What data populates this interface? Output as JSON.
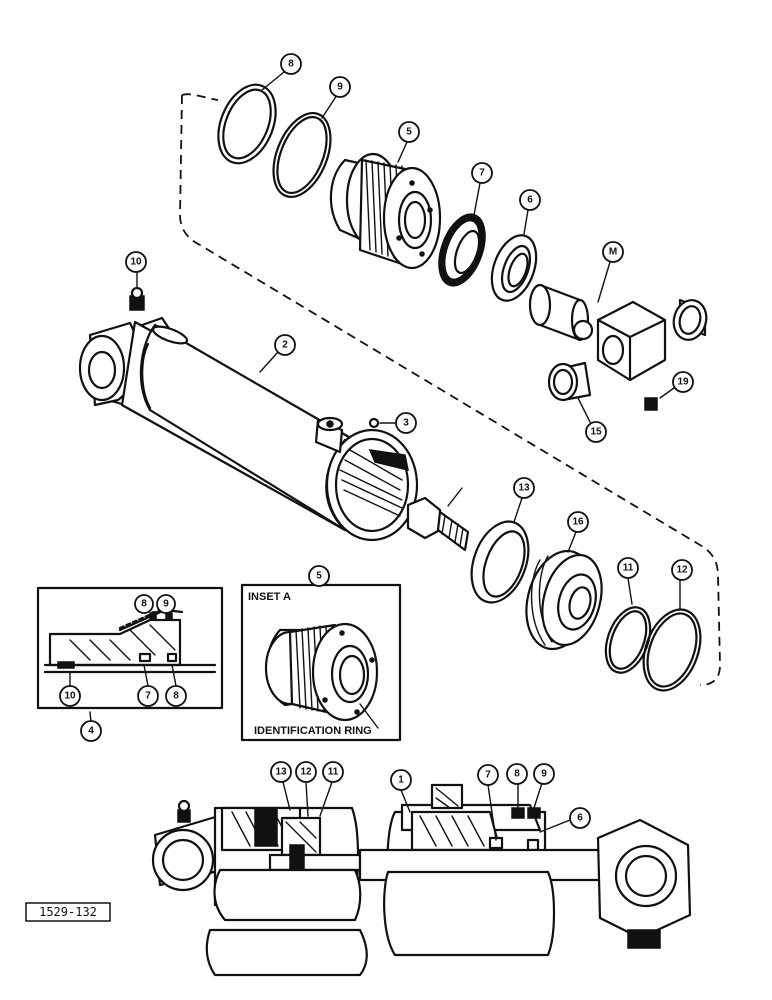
{
  "callouts": {
    "c8_top": "8",
    "c9_top": "9",
    "c5_top": "5",
    "c7_top": "7",
    "c6_top": "6",
    "cM": "M",
    "c10_top": "10",
    "c2": "2",
    "c3": "3",
    "c19": "19",
    "c15": "15",
    "c13_mid": "13",
    "c16": "16",
    "c11_mid": "11",
    "c12_mid": "12",
    "c8_inset": "8",
    "c9_inset": "9",
    "c10_inset": "10",
    "c7_inset": "7",
    "c8b_inset": "8",
    "c4": "4",
    "c5_inset": "5",
    "c13_bot": "13",
    "c12_bot": "12",
    "c11_bot": "11",
    "c1_bot": "1",
    "c7_bot": "7",
    "c8_bot": "8",
    "c9_bot": "9",
    "c6_bot": "6"
  },
  "inset_a": {
    "title": "INSET A",
    "ring_label": "IDENTIFICATION RING"
  },
  "figure_id": "1529-132"
}
